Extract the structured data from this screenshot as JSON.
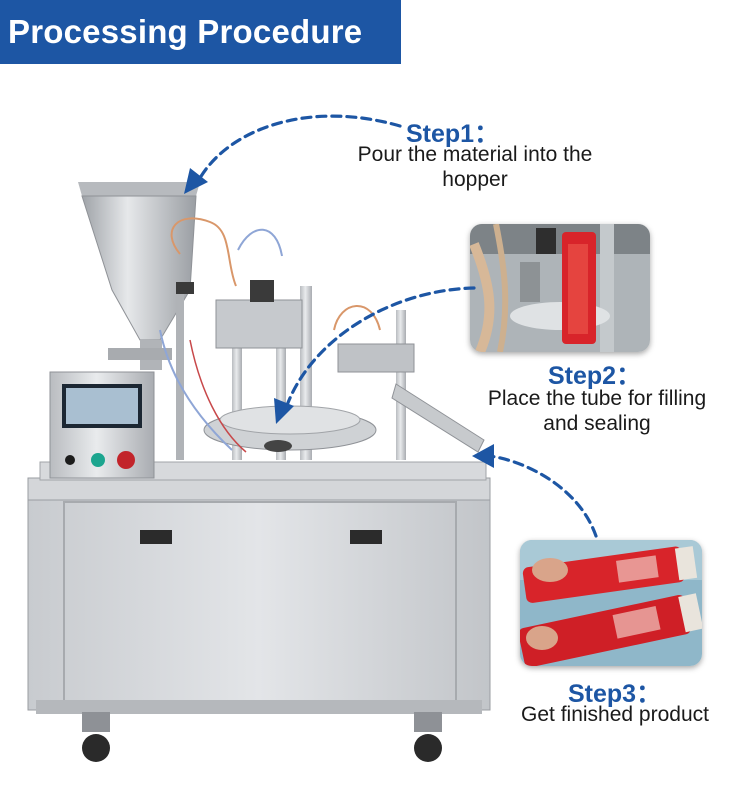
{
  "header": {
    "title": "Processing Procedure"
  },
  "steps": [
    {
      "title": "Step1：",
      "desc_line1": "Pour the material into the",
      "desc_line2": "hopper"
    },
    {
      "title": "Step2：",
      "desc_line1": "Place the tube for filling",
      "desc_line2": "and sealing"
    },
    {
      "title": "Step3：",
      "desc_line1": "Get finished product"
    }
  ],
  "colors": {
    "accent": "#1d56a4",
    "tube_red": "#d8242a",
    "steel": "#c9ccd0"
  },
  "icons": {
    "arrows": "dashed-curved-arrow-icon"
  }
}
